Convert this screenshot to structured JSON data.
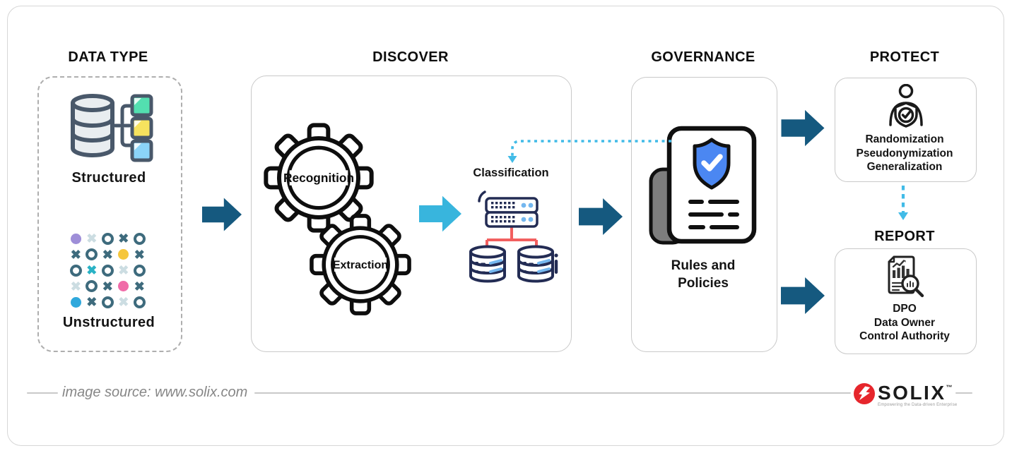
{
  "sections": {
    "data_type": {
      "title": "DATA TYPE",
      "structured_label": "Structured",
      "unstructured_label": "Unstructured",
      "pattern": [
        "dot-purple",
        "x-light",
        "o-dark",
        "x-dark",
        "o-dark",
        "x-dark",
        "o-dark",
        "x-dark",
        "dot-yellow",
        "x-dark",
        "o-dark",
        "x-cyan",
        "o-dark",
        "x-light",
        "o-dark",
        "x-light",
        "o-dark",
        "x-dark",
        "dot-pink",
        "x-dark",
        "dot-blue",
        "x-dark",
        "o-dark",
        "x-light",
        "o-dark"
      ]
    },
    "discover": {
      "title": "DISCOVER",
      "gear1": "Recognition",
      "gear2": "Extraction",
      "classification_label": "Classification"
    },
    "governance": {
      "title": "GOVERNANCE",
      "caption_line1": "Rules and",
      "caption_line2": "Policies"
    },
    "protect": {
      "title": "PROTECT",
      "items": [
        "Randomization",
        "Pseudonymization",
        "Generalization"
      ]
    },
    "report": {
      "title": "REPORT",
      "items": [
        "DPO",
        "Data Owner",
        "Control Authority"
      ]
    }
  },
  "footer": {
    "source_text": "image source: www.solix.com",
    "logo_text": "SOLIX",
    "logo_tm": "™",
    "logo_tagline": "Empowering the Data-driven Enterprise"
  },
  "colors": {
    "arrow_navy": "#15597f",
    "arrow_cyan": "#38b5dd",
    "dotted_blue": "#41bbe7",
    "shield_blue": "#4b87f2",
    "connector_red": "#f25f5f",
    "icon_navy": "#232c54",
    "icon_blue": "#74b7ef",
    "logo_red": "#e6262c",
    "pattern_dark_teal": "#3e6b7d",
    "pattern_light": "#ccdde2"
  }
}
